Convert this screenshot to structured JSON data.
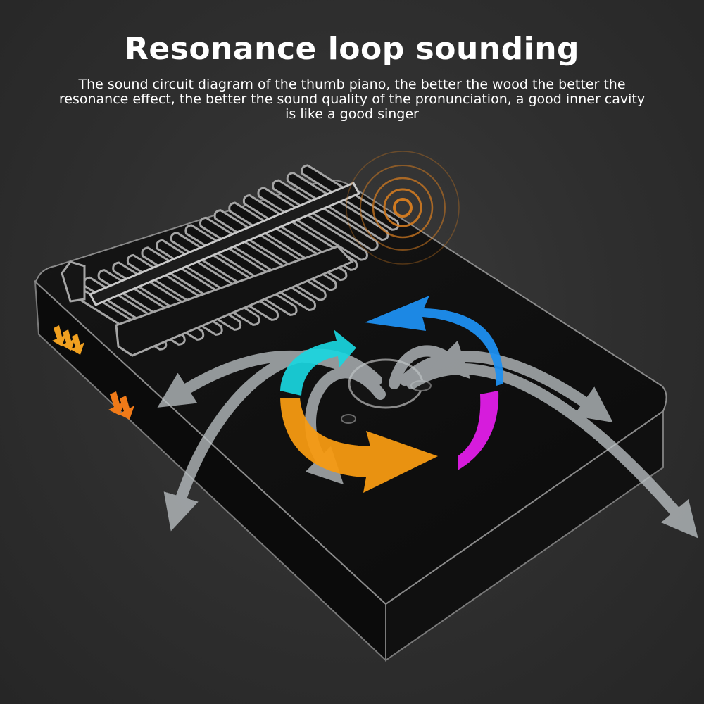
{
  "header": {
    "title": "Resonance loop sounding",
    "subtitle": "The sound circuit diagram of the thumb piano, the better the wood the better the resonance effect, the better the sound quality of the pronunciation, a good inner cavity is like a good singer"
  },
  "colors": {
    "background": "#2e2e2e",
    "body": "#0d0d0d",
    "tine_outline": "#9a9a9a",
    "arrow_white": "#bfc5c8",
    "arrow_cyan": "#19d6e0",
    "arrow_blue": "#1e8ff0",
    "arrow_orange": "#f59a12",
    "arrow_magenta": "#e21ee8",
    "sound_waves": "#d07a20",
    "heat_arrows": "#f0a020"
  },
  "illustration": {
    "subject": "kalimba-body",
    "tine_count": 17,
    "icons": [
      "sound-wave-icon",
      "heat-arrow-icon",
      "circulation-arrow-icon"
    ]
  }
}
